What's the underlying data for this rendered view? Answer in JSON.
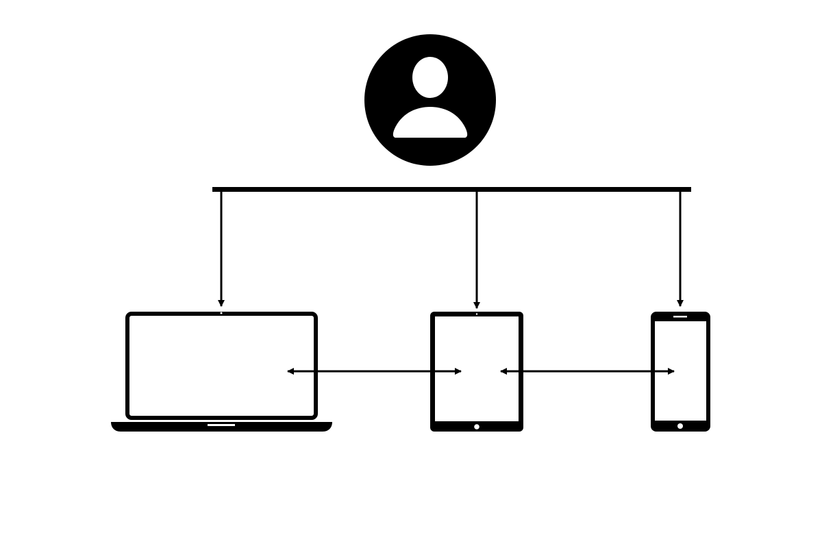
{
  "diagram": {
    "colors": {
      "background": "#ffffff",
      "ink": "#000000"
    },
    "nodes": [
      {
        "id": "user",
        "icon": "user-avatar-icon"
      },
      {
        "id": "laptop",
        "icon": "laptop-icon"
      },
      {
        "id": "tablet",
        "icon": "tablet-icon"
      },
      {
        "id": "phone",
        "icon": "smartphone-icon"
      }
    ],
    "edges": [
      {
        "from": "user",
        "to": "laptop",
        "direction": "one-way"
      },
      {
        "from": "user",
        "to": "tablet",
        "direction": "one-way"
      },
      {
        "from": "user",
        "to": "phone",
        "direction": "one-way"
      },
      {
        "from": "laptop",
        "to": "tablet",
        "direction": "two-way"
      },
      {
        "from": "tablet",
        "to": "phone",
        "direction": "two-way"
      }
    ]
  }
}
